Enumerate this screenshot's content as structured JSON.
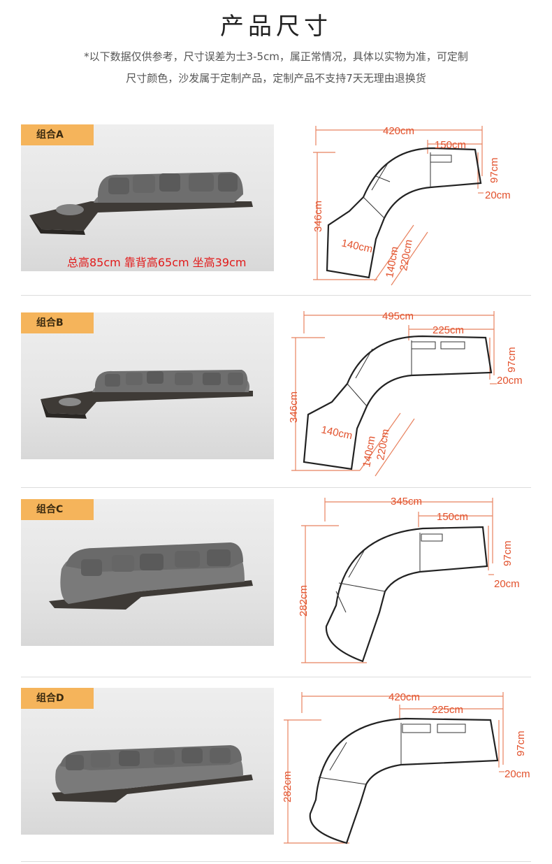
{
  "page": {
    "title": "产品尺寸",
    "note_line1": "*以下数据仅供参考，尺寸误差为士3-5cm，属正常情况，具体以实物为准，可定制",
    "note_line2": "尺寸颜色，沙发属于定制产品，定制产品不支持7天无理由退换货"
  },
  "combos": [
    {
      "tag": "组合A",
      "heights": "总高85cm 靠背高65cm 坐高39cm",
      "dims": {
        "total_width": "420cm",
        "right_width": "150cm",
        "right_depth": "97cm",
        "arm": "20cm",
        "total_height": "346cm",
        "end_width": "140cm",
        "end_depth": "140cm",
        "diag": "220cm"
      }
    },
    {
      "tag": "组合B",
      "dims": {
        "total_width": "495cm",
        "right_width": "225cm",
        "right_depth": "97cm",
        "arm": "20cm",
        "total_height": "346cm",
        "end_width": "140cm",
        "end_depth": "140cm",
        "diag": "220cm"
      }
    },
    {
      "tag": "组合C",
      "dims": {
        "total_width": "345cm",
        "right_width": "150cm",
        "right_depth": "97cm",
        "arm": "20cm",
        "total_height": "282cm"
      }
    },
    {
      "tag": "组合D",
      "dims": {
        "total_width": "420cm",
        "right_width": "225cm",
        "right_depth": "97cm",
        "arm": "20cm",
        "total_height": "282cm"
      }
    }
  ]
}
